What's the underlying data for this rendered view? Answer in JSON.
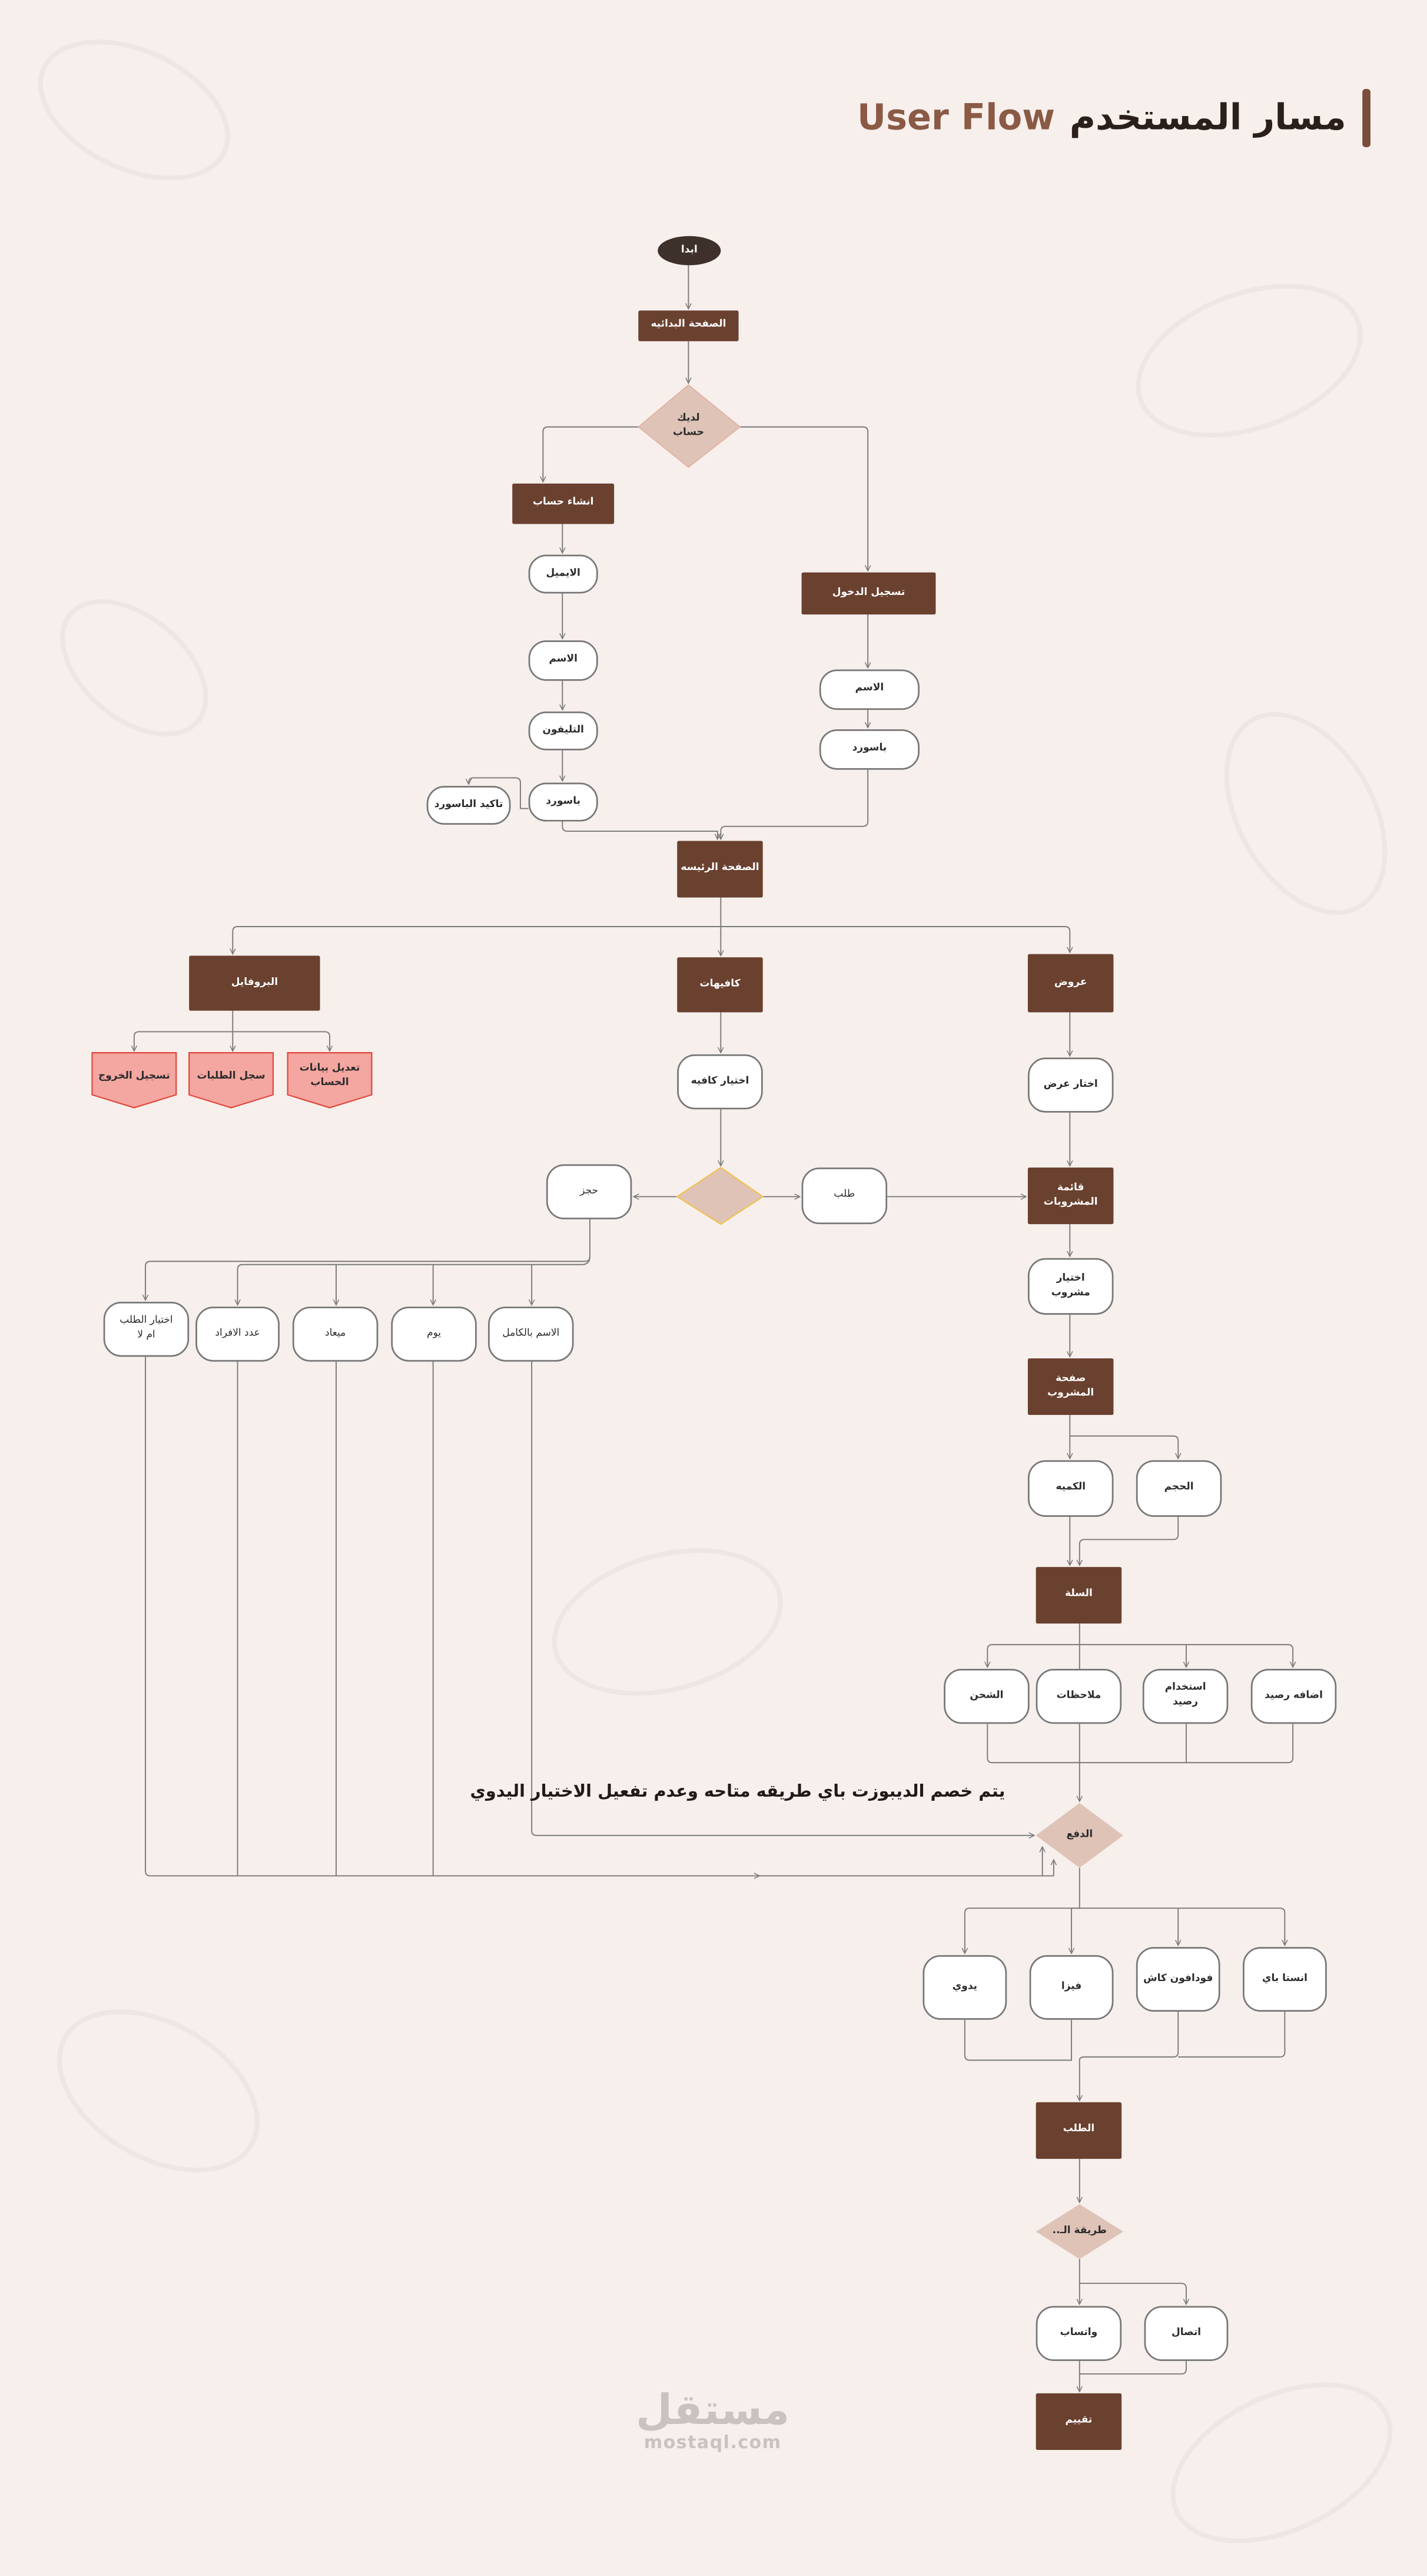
{
  "title": {
    "ar": "مسار المستخدم",
    "en": "User Flow"
  },
  "nodes": {
    "start": "ابدا",
    "splash": "الصفحة البدائيه",
    "has_account": "لديك\nحساب",
    "create_account": "انشاء حساب",
    "email": "الايميل",
    "name": "الاسم",
    "phone": "التليفون",
    "password": "باسورد",
    "confirm_password": "تاكيد الباسورد",
    "login": "تسجيل الدخول",
    "login_name": "الاسم",
    "login_password": "باسورد",
    "home": "الصفحة الرئيسه",
    "profile": "البروفايل",
    "cafes": "كافيهات",
    "offers": "عروض",
    "logout": "تسجيل الخروج",
    "order_history": "سجل الطلبات",
    "edit_account": "تعديل بيانات\nالحساب",
    "choose_cafe": "اختيار كافيه",
    "choose_offer": "اختار عرض",
    "reserve": "حجز",
    "order": "طلب",
    "drinks_menu": "قائمة\nالمشروبات",
    "full_name": "الاسم بالكامل",
    "day": "يوم",
    "time": "ميعاد",
    "party_size": "عدد الافراد",
    "preorder": "اختيار الطلب\nام لا",
    "choose_drink": "اختيار\nمشروب",
    "drink_page": "صفحة\nالمشروب",
    "quantity": "الكميه",
    "size": "الحجم",
    "cart": "السلة",
    "shipping": "الشحن",
    "notes": "ملاحظات",
    "use_balance": "استخدام\nرصيد",
    "add_balance": "اضافه رصيد",
    "payment": "الدفع",
    "manual": "يدوي",
    "visa": "فيزا",
    "vodafone_cash": "فودافون كاش",
    "instapay": "انستا باي",
    "the_order": "الطلب",
    "contact_method": "طريقة الـ..",
    "whatsapp": "واتساب",
    "call": "اتصال",
    "rating": "تقييم"
  },
  "note": "يتم خصم الديبوزت باي طريقه متاحه وعدم تفعيل الاختيار اليدوي",
  "watermark": {
    "ar": "مستقل",
    "en": "mostaql.com"
  },
  "colors": {
    "background": "#f6efec",
    "primary": "#6a402f",
    "decision": "#dfc3b7",
    "start": "#3e302b",
    "danger": "#f4a6a0"
  }
}
